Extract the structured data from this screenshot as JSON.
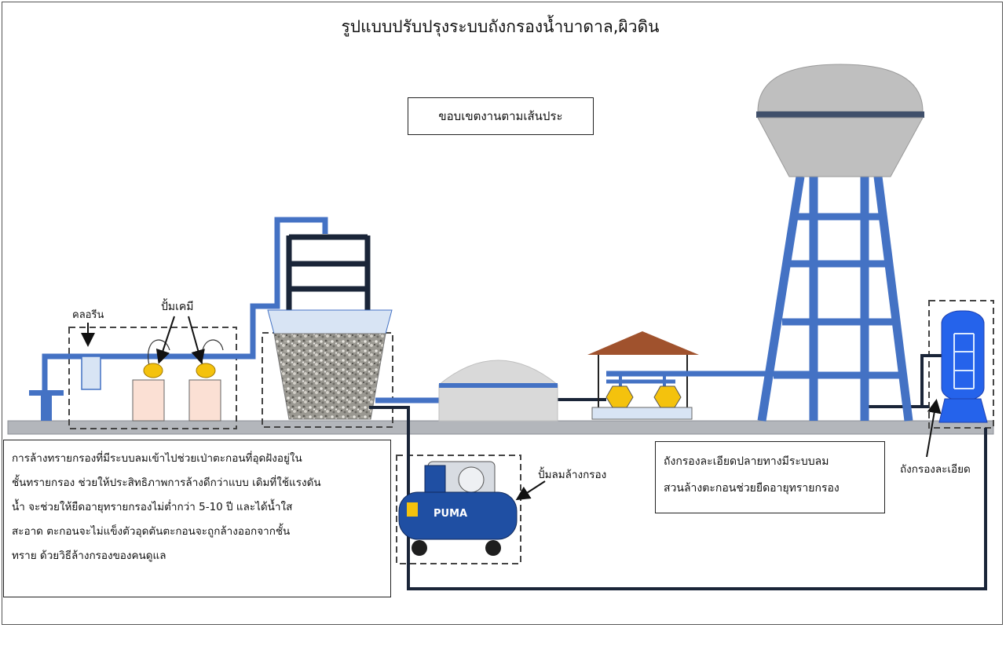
{
  "title": "รูปแบบปรับปรุงระบบถังกรองน้ำบาดาล,ผิวดิน",
  "scope_label": "ขอบเขตงานตามเส้นประ",
  "labels": {
    "chlorine": "คลอรีน",
    "chemical_pump": "ปั้มเคมี",
    "air_pump": "ปั้มลมล้างกรอง",
    "fine_filter_tank": "ถังกรองละเอียด",
    "compressor_brand": "PUMA"
  },
  "description_lines": [
    "การล้างทรายกรองที่มีระบบลมเข้าไปช่วยเป่าตะกอนที่อุดฝังอยู่ใน",
    "ชั้นทรายกรอง ช่วยให้ประสิทธิภาพการล้างดีกว่าแบบ เดิมที่ใช้แรงดัน",
    "น้ำ จะช่วยให้ยืดอายุทรายกรองไม่ต่ำกว่า 5-10 ปี และได้น้ำใส",
    "สะอาด ตะกอนจะไม่แข็งตัวอุดตันตะกอนจะถูกล้างออกจากชั้น",
    "ทราย ด้วยวิธีล้างกรองของคนดูแล"
  ],
  "fine_filter_note_lines": [
    "ถังกรองละเอียดปลายทางมีระบบลม",
    "สวนล้างตะกอนช่วยยืดอายุทรายกรอง"
  ],
  "colors": {
    "pipe_blue": "#4472c4",
    "pipe_dark": "#1a2538",
    "ground": "#b3b6bb",
    "roof": "#a0522d",
    "pump_yellow": "#f4c20d",
    "chem_tank": "#fbe0d4",
    "compressor_blue": "#1f4fa3"
  },
  "icons": [
    "arrow-icon",
    "gravel-tank",
    "water-tower",
    "compressor",
    "chemical-pump",
    "chlorine-tank"
  ]
}
